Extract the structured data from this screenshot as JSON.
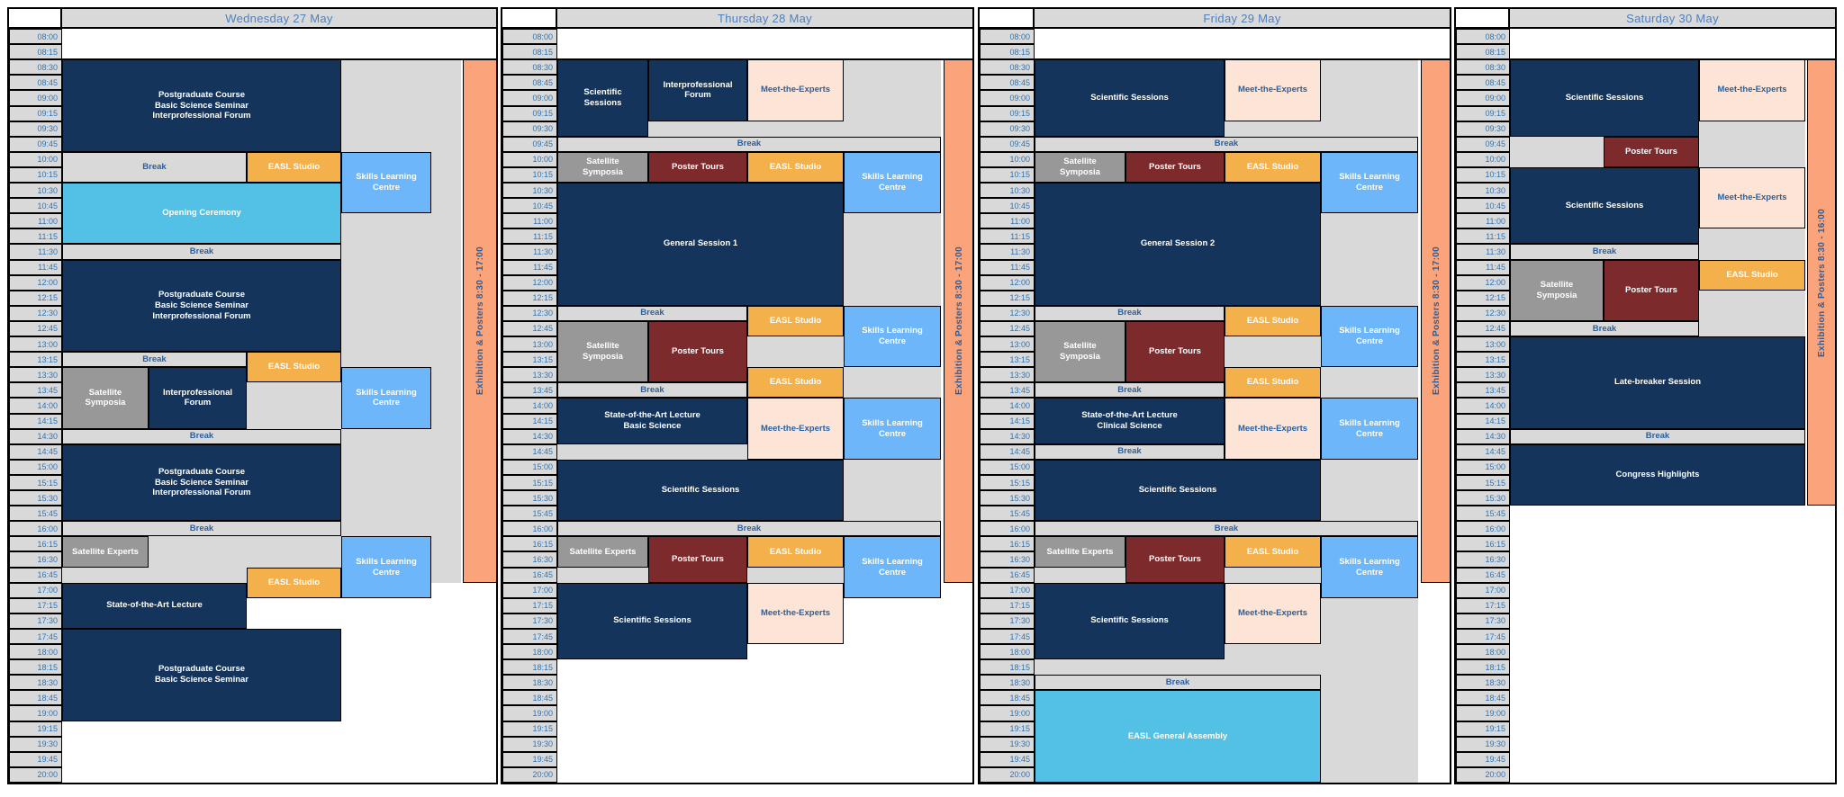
{
  "colors": {
    "navy": "#14345B",
    "cyan": "#53C1E6",
    "skills_blue": "#6DB6FA",
    "amber": "#F4B04A",
    "maroon": "#7D2A2C",
    "session_gray": "#989898",
    "peach": "#FCE4D6",
    "salmon": "#FBA47B",
    "grid_gray": "#D9D9D9",
    "white_text": "#FFFFFF",
    "time_text": "#2E74B5",
    "header_text": "#4F81BD",
    "accent_text": "#2A5F9E"
  },
  "timetable": {
    "time_labels": [
      "08:00",
      "08:15",
      "08:30",
      "08:45",
      "09:00",
      "09:15",
      "09:30",
      "09:45",
      "10:00",
      "10:15",
      "10:30",
      "10:45",
      "11:00",
      "11:15",
      "11:30",
      "11:45",
      "12:00",
      "12:15",
      "12:30",
      "12:45",
      "13:00",
      "13:15",
      "13:30",
      "13:45",
      "14:00",
      "14:15",
      "14:30",
      "14:45",
      "15:00",
      "15:15",
      "15:30",
      "15:45",
      "16:00",
      "16:15",
      "16:30",
      "16:45",
      "17:00",
      "17:15",
      "17:30",
      "17:45",
      "18:00",
      "18:15",
      "18:30",
      "18:45",
      "19:00",
      "19:15",
      "19:30",
      "19:45",
      "20:00"
    ],
    "days": [
      {
        "title": "Wednesday 27 May",
        "background": {
          "start": "08:30",
          "end": "17:00"
        },
        "exhibition_bar": {
          "label": "Exhibition & Posters 8:30 - 17:00",
          "start": "08:30",
          "end": "17:00"
        },
        "sessions": [
          {
            "label": "Postgraduate Course\nBasic Science Seminar\nInterprofessional Forum",
            "type": "navy",
            "start": "08:30",
            "end": "10:00",
            "cols": "A-C"
          },
          {
            "label": "Break",
            "type": "break",
            "start": "10:00",
            "end": "10:30",
            "cols": "A-B"
          },
          {
            "label": "EASL Studio",
            "type": "studio",
            "start": "10:00",
            "end": "10:30",
            "cols": "C"
          },
          {
            "label": "Skills Learning\nCentre",
            "type": "skills",
            "start": "10:00",
            "end": "11:00",
            "cols": "D"
          },
          {
            "label": "Opening Ceremony",
            "type": "cyan",
            "start": "10:30",
            "end": "11:30",
            "cols": "A-C"
          },
          {
            "label": "Break",
            "type": "break",
            "start": "11:30",
            "end": "11:45",
            "cols": "A-C"
          },
          {
            "label": "Postgraduate Course\nBasic Science Seminar\nInterprofessional Forum",
            "type": "navy",
            "start": "11:45",
            "end": "13:15",
            "cols": "A-C"
          },
          {
            "label": "Break",
            "type": "break",
            "start": "13:15",
            "end": "13:30",
            "cols": "A-B"
          },
          {
            "label": "EASL Studio",
            "type": "studio",
            "start": "13:15",
            "end": "13:45",
            "cols": "C"
          },
          {
            "label": "Satellite\nSymposia",
            "type": "gray",
            "start": "13:30",
            "end": "14:30",
            "cols": "A"
          },
          {
            "label": "Interprofessional\nForum",
            "type": "navy",
            "start": "13:30",
            "end": "14:30",
            "cols": "B"
          },
          {
            "label": "Skills Learning\nCentre",
            "type": "skills",
            "start": "13:30",
            "end": "14:30",
            "cols": "D"
          },
          {
            "label": "Break",
            "type": "break",
            "start": "14:30",
            "end": "14:45",
            "cols": "A-C"
          },
          {
            "label": "Postgraduate Course\nBasic Science Seminar\nInterprofessional Forum",
            "type": "navy",
            "start": "14:45",
            "end": "16:00",
            "cols": "A-C"
          },
          {
            "label": "Break",
            "type": "break",
            "start": "16:00",
            "end": "16:15",
            "cols": "A-C"
          },
          {
            "label": "Satellite Experts",
            "type": "gray",
            "start": "16:15",
            "end": "16:45",
            "cols": "A"
          },
          {
            "label": "Skills Learning\nCentre",
            "type": "skills",
            "start": "16:15",
            "end": "17:15",
            "cols": "D"
          },
          {
            "label": "EASL Studio",
            "type": "studio",
            "start": "16:45",
            "end": "17:15",
            "cols": "C"
          },
          {
            "label": "State-of-the-Art Lecture",
            "type": "navy",
            "start": "17:00",
            "end": "17:45",
            "cols": "A-B"
          },
          {
            "label": "Postgraduate Course\nBasic Science Seminar",
            "type": "navy",
            "start": "17:45",
            "end": "19:15",
            "cols": "A-C"
          }
        ]
      },
      {
        "title": "Thursday 28 May",
        "background": {
          "start": "08:30",
          "end": "17:00"
        },
        "exhibition_bar": {
          "label": "Exhibition & Posters 8:30 - 17:00",
          "start": "08:30",
          "end": "17:00"
        },
        "sessions": [
          {
            "label": "Scientific\nSessions",
            "type": "navy",
            "start": "08:30",
            "end": "09:45",
            "cols": "A"
          },
          {
            "label": "Interprofessional\nForum",
            "type": "navy",
            "start": "08:30",
            "end": "09:30",
            "cols": "B"
          },
          {
            "label": "Meet-the-Experts",
            "type": "mte",
            "start": "08:30",
            "end": "09:30",
            "cols": "C"
          },
          {
            "label": "Break",
            "type": "break",
            "start": "09:45",
            "end": "10:00",
            "cols": "A-D"
          },
          {
            "label": "Satellite\nSymposia",
            "type": "gray",
            "start": "10:00",
            "end": "10:30",
            "cols": "A"
          },
          {
            "label": "Poster Tours",
            "type": "maroon",
            "start": "10:00",
            "end": "10:30",
            "cols": "B"
          },
          {
            "label": "EASL Studio",
            "type": "studio",
            "start": "10:00",
            "end": "10:30",
            "cols": "C"
          },
          {
            "label": "Skills Learning\nCentre",
            "type": "skills",
            "start": "10:00",
            "end": "11:00",
            "cols": "D"
          },
          {
            "label": "General Session 1",
            "type": "navy",
            "start": "10:30",
            "end": "12:30",
            "cols": "A-C"
          },
          {
            "label": "Break",
            "type": "break",
            "start": "12:30",
            "end": "12:45",
            "cols": "A-B"
          },
          {
            "label": "EASL Studio",
            "type": "studio",
            "start": "12:30",
            "end": "13:00",
            "cols": "C"
          },
          {
            "label": "Skills Learning\nCentre",
            "type": "skills",
            "start": "12:30",
            "end": "13:30",
            "cols": "D"
          },
          {
            "label": "Satellite\nSymposia",
            "type": "gray",
            "start": "12:45",
            "end": "13:45",
            "cols": "A"
          },
          {
            "label": "Poster Tours",
            "type": "maroon",
            "start": "12:45",
            "end": "13:45",
            "cols": "B"
          },
          {
            "label": "EASL Studio",
            "type": "studio",
            "start": "13:30",
            "end": "14:00",
            "cols": "C"
          },
          {
            "label": "Break",
            "type": "break",
            "start": "13:45",
            "end": "14:00",
            "cols": "A-B"
          },
          {
            "label": "State-of-the-Art Lecture\nBasic Science",
            "type": "navy",
            "start": "14:00",
            "end": "14:45",
            "cols": "A-B"
          },
          {
            "label": "Meet-the-Experts",
            "type": "mte",
            "start": "14:00",
            "end": "15:00",
            "cols": "C"
          },
          {
            "label": "Skills Learning\nCentre",
            "type": "skills",
            "start": "14:00",
            "end": "15:00",
            "cols": "D"
          },
          {
            "label": "Scientific Sessions",
            "type": "navy",
            "start": "15:00",
            "end": "16:00",
            "cols": "A-C"
          },
          {
            "label": "Break",
            "type": "break",
            "start": "16:00",
            "end": "16:15",
            "cols": "A-D"
          },
          {
            "label": "Satellite Experts",
            "type": "gray",
            "start": "16:15",
            "end": "16:45",
            "cols": "A"
          },
          {
            "label": "Poster Tours",
            "type": "maroon",
            "start": "16:15",
            "end": "17:00",
            "cols": "B"
          },
          {
            "label": "EASL Studio",
            "type": "studio",
            "start": "16:15",
            "end": "16:45",
            "cols": "C"
          },
          {
            "label": "Skills Learning\nCentre",
            "type": "skills",
            "start": "16:15",
            "end": "17:15",
            "cols": "D"
          },
          {
            "label": "Scientific Sessions",
            "type": "navy",
            "start": "17:00",
            "end": "18:15",
            "cols": "A-B"
          },
          {
            "label": "Meet-the-Experts",
            "type": "mte",
            "start": "17:00",
            "end": "18:00",
            "cols": "C"
          }
        ]
      },
      {
        "title": "Friday 29 May",
        "background": {
          "start": "08:30",
          "end": "20:15"
        },
        "exhibition_bar": {
          "label": "Exhibition & Posters 8:30 - 17:00",
          "start": "08:30",
          "end": "17:00"
        },
        "sessions": [
          {
            "label": "Scientific Sessions",
            "type": "navy",
            "start": "08:30",
            "end": "09:45",
            "cols": "A-B"
          },
          {
            "label": "Meet-the-Experts",
            "type": "mte",
            "start": "08:30",
            "end": "09:30",
            "cols": "C"
          },
          {
            "label": "Break",
            "type": "break",
            "start": "09:45",
            "end": "10:00",
            "cols": "A-D"
          },
          {
            "label": "Satellite\nSymposia",
            "type": "gray",
            "start": "10:00",
            "end": "10:30",
            "cols": "A"
          },
          {
            "label": "Poster Tours",
            "type": "maroon",
            "start": "10:00",
            "end": "10:30",
            "cols": "B"
          },
          {
            "label": "EASL Studio",
            "type": "studio",
            "start": "10:00",
            "end": "10:30",
            "cols": "C"
          },
          {
            "label": "Skills Learning\nCentre",
            "type": "skills",
            "start": "10:00",
            "end": "11:00",
            "cols": "D"
          },
          {
            "label": "General Session 2",
            "type": "navy",
            "start": "10:30",
            "end": "12:30",
            "cols": "A-C"
          },
          {
            "label": "Break",
            "type": "break",
            "start": "12:30",
            "end": "12:45",
            "cols": "A-B"
          },
          {
            "label": "EASL Studio",
            "type": "studio",
            "start": "12:30",
            "end": "13:00",
            "cols": "C"
          },
          {
            "label": "Skills Learning\nCentre",
            "type": "skills",
            "start": "12:30",
            "end": "13:30",
            "cols": "D"
          },
          {
            "label": "Satellite\nSymposia",
            "type": "gray",
            "start": "12:45",
            "end": "13:45",
            "cols": "A"
          },
          {
            "label": "Poster Tours",
            "type": "maroon",
            "start": "12:45",
            "end": "13:45",
            "cols": "B"
          },
          {
            "label": "EASL Studio",
            "type": "studio",
            "start": "13:30",
            "end": "14:00",
            "cols": "C"
          },
          {
            "label": "Break",
            "type": "break",
            "start": "13:45",
            "end": "14:00",
            "cols": "A-B"
          },
          {
            "label": "State-of-the-Art Lecture\nClinical Science",
            "type": "navy",
            "start": "14:00",
            "end": "14:45",
            "cols": "A-B"
          },
          {
            "label": "Meet-the-Experts",
            "type": "mte",
            "start": "14:00",
            "end": "15:00",
            "cols": "C"
          },
          {
            "label": "Skills Learning\nCentre",
            "type": "skills",
            "start": "14:00",
            "end": "15:00",
            "cols": "D"
          },
          {
            "label": "Break",
            "type": "break",
            "start": "14:45",
            "end": "15:00",
            "cols": "A-B"
          },
          {
            "label": "Scientific Sessions",
            "type": "navy",
            "start": "15:00",
            "end": "16:00",
            "cols": "A-C"
          },
          {
            "label": "Break",
            "type": "break",
            "start": "16:00",
            "end": "16:15",
            "cols": "A-D"
          },
          {
            "label": "Satellite Experts",
            "type": "gray",
            "start": "16:15",
            "end": "16:45",
            "cols": "A"
          },
          {
            "label": "Poster Tours",
            "type": "maroon",
            "start": "16:15",
            "end": "17:00",
            "cols": "B"
          },
          {
            "label": "EASL Studio",
            "type": "studio",
            "start": "16:15",
            "end": "16:45",
            "cols": "C"
          },
          {
            "label": "Skills Learning\nCentre",
            "type": "skills",
            "start": "16:15",
            "end": "17:15",
            "cols": "D"
          },
          {
            "label": "Scientific Sessions",
            "type": "navy",
            "start": "17:00",
            "end": "18:15",
            "cols": "A-B"
          },
          {
            "label": "Meet-the-Experts",
            "type": "mte",
            "start": "17:00",
            "end": "18:00",
            "cols": "C"
          },
          {
            "label": "Break",
            "type": "break",
            "start": "18:30",
            "end": "18:45",
            "cols": "A-C"
          },
          {
            "label": "EASL General Assembly",
            "type": "cyan",
            "start": "18:45",
            "end": "20:15",
            "cols": "A-C"
          }
        ]
      },
      {
        "title": "Saturday 30 May",
        "background": {
          "start": "08:30",
          "end": "15:45"
        },
        "exhibition_bar": {
          "label": "Exhibition & Posters 8:30 - 16:00",
          "start": "08:30",
          "end": "15:45"
        },
        "sessions": [
          {
            "label": "Scientific Sessions",
            "type": "navy",
            "start": "08:30",
            "end": "09:45",
            "cols": "A-B"
          },
          {
            "label": "Meet-the-Experts",
            "type": "mte",
            "start": "08:30",
            "end": "09:30",
            "cols": "C"
          },
          {
            "label": "Poster Tours",
            "type": "maroon",
            "start": "09:45",
            "end": "10:15",
            "cols": "B"
          },
          {
            "label": "Scientific Sessions",
            "type": "navy",
            "start": "10:15",
            "end": "11:30",
            "cols": "A-B"
          },
          {
            "label": "Meet-the-Experts",
            "type": "mte",
            "start": "10:15",
            "end": "11:15",
            "cols": "C"
          },
          {
            "label": "Break",
            "type": "break",
            "start": "11:30",
            "end": "11:45",
            "cols": "A-B"
          },
          {
            "label": "Satellite\nSymposia",
            "type": "gray",
            "start": "11:45",
            "end": "12:45",
            "cols": "A"
          },
          {
            "label": "Poster Tours",
            "type": "maroon",
            "start": "11:45",
            "end": "12:45",
            "cols": "B"
          },
          {
            "label": "EASL Studio",
            "type": "studio",
            "start": "11:45",
            "end": "12:15",
            "cols": "C"
          },
          {
            "label": "Break",
            "type": "break",
            "start": "12:45",
            "end": "13:00",
            "cols": "A-B"
          },
          {
            "label": "Late-breaker Session",
            "type": "navy",
            "start": "13:00",
            "end": "14:30",
            "cols": "A-C"
          },
          {
            "label": "Break",
            "type": "break",
            "start": "14:30",
            "end": "14:45",
            "cols": "A-C"
          },
          {
            "label": "Congress Highlights",
            "type": "navy",
            "start": "14:45",
            "end": "15:45",
            "cols": "A-C"
          }
        ]
      }
    ]
  }
}
